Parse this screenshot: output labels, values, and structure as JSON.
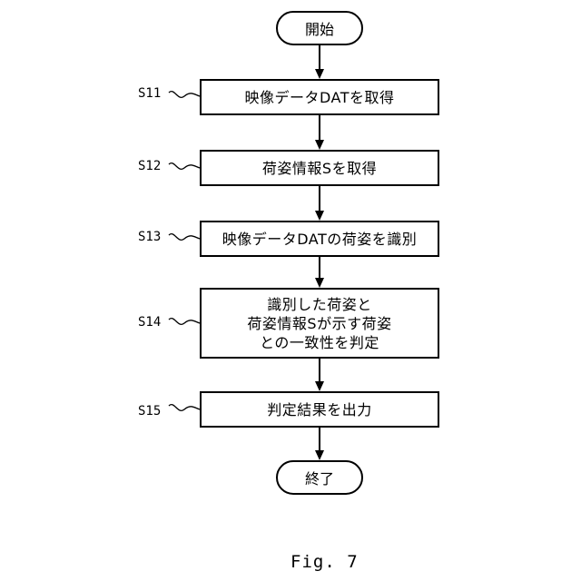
{
  "start": "開始",
  "end": "終了",
  "steps": [
    {
      "id": "S11",
      "lines": [
        "映像データDATを取得"
      ]
    },
    {
      "id": "S12",
      "lines": [
        "荷姿情報Sを取得"
      ]
    },
    {
      "id": "S13",
      "lines": [
        "映像データDATの荷姿を識別"
      ]
    },
    {
      "id": "S14",
      "lines": [
        "識別した荷姿と",
        "荷姿情報Sが示す荷姿",
        "との一致性を判定"
      ]
    },
    {
      "id": "S15",
      "lines": [
        "判定結果を出力"
      ]
    }
  ],
  "figure_label": "Fig. 7"
}
